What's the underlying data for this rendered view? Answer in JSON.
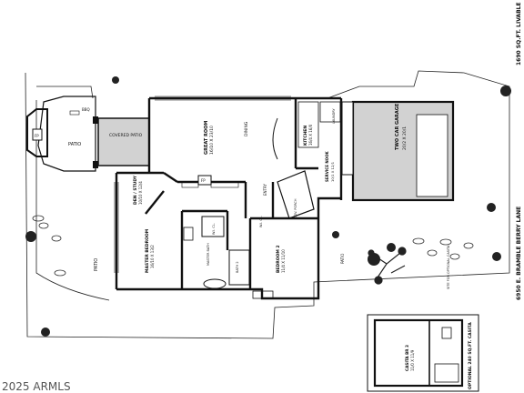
{
  "plan": {
    "area": "1690 SQ.FT. LIVABLE",
    "street": "6950 E. BRAMBLE BERRY LANE",
    "optional_casita": "OPTIONAL 240 SQ.FT. CASITA",
    "optional_casita_note": "SITE FOR OPTIONAL CASITA",
    "watermark": "2025 ARMLS"
  },
  "rooms": {
    "patio_west": "PATIO",
    "bbq": "BBQ",
    "covered_patio": "COVERED PATIO",
    "great_room": "GREAT ROOM",
    "great_room_dim": "16/10 X 23/10",
    "dining": "DINING",
    "kitchen": "KITCHEN",
    "kitchen_dim": "16/4 X 16/0",
    "laundry": "LAUNDRY",
    "garage": "TWO CAR GARAGE",
    "garage_dim": "20/2 X 20/1",
    "service_nook": "SERVICE NOOK",
    "service_nook_dim": "10/1 X 12/1",
    "den": "DEN / STUDY",
    "den_dim": "10/10 X 12/4",
    "fp": "FP",
    "entry": "ENTRY",
    "wic1": "W.I. CL.",
    "wic2": "W.I. CL.",
    "cov_porch": "COV. PORCH",
    "master": "MASTER BEDROOM",
    "master_dim": "16/10 X 13/2",
    "master_bath": "MASTER BATH",
    "bath2": "BATH 2",
    "bedroom2": "BEDROOM 2",
    "bedroom2_dim": "11/4 X 11/10",
    "patio_south": "PATIO",
    "patio_east": "PATIO",
    "casita_room": "CASITA BR 3",
    "casita_dim": "11/0 X 11/9"
  },
  "colors": {
    "wall": "#111111",
    "floor_gray": "#cfcfcf",
    "landscape": "#222222"
  }
}
